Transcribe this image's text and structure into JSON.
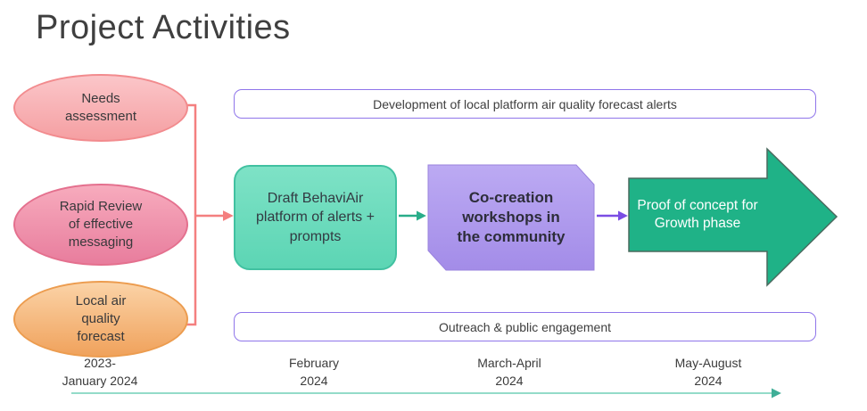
{
  "title": "Project Activities",
  "inputs": {
    "items": [
      {
        "label": "Needs\nassessment"
      },
      {
        "label": "Rapid Review\nof effective\nmessaging"
      },
      {
        "label": "Local air\nquality\nforecast"
      }
    ]
  },
  "banners": {
    "top": "Development of local platform air quality forecast alerts",
    "bottom": "Outreach & public engagement"
  },
  "flow": {
    "draft_platform": "Draft BehaviAir\nplatform of alerts +\nprompts",
    "cocreation": "Co-creation\nworkshops in\nthe community",
    "proof_of_concept": "Proof of concept for\nGrowth phase"
  },
  "timeline": {
    "labels": [
      "2023-\nJanuary 2024",
      "February\n2024",
      "March-April\n2024",
      "May-August\n2024"
    ]
  },
  "colors": {
    "ellipse_pink_light": "#f5a0a2",
    "ellipse_pink_dark": "#e87d9d",
    "ellipse_orange": "#f0a25c",
    "bracket_pink": "#f47f7f",
    "teal_box_fill": "#6fdcbe",
    "teal_box_border": "#41c1a1",
    "purple_shape_fill": "#aa93ea",
    "purple_banner_border": "#8f75ea",
    "green_arrow_fill": "#1fb287",
    "green_connector": "#29ad89",
    "purple_connector": "#7b4de4",
    "timeline_line": "#93dbc9",
    "timeline_arrowhead": "#3fae97"
  }
}
